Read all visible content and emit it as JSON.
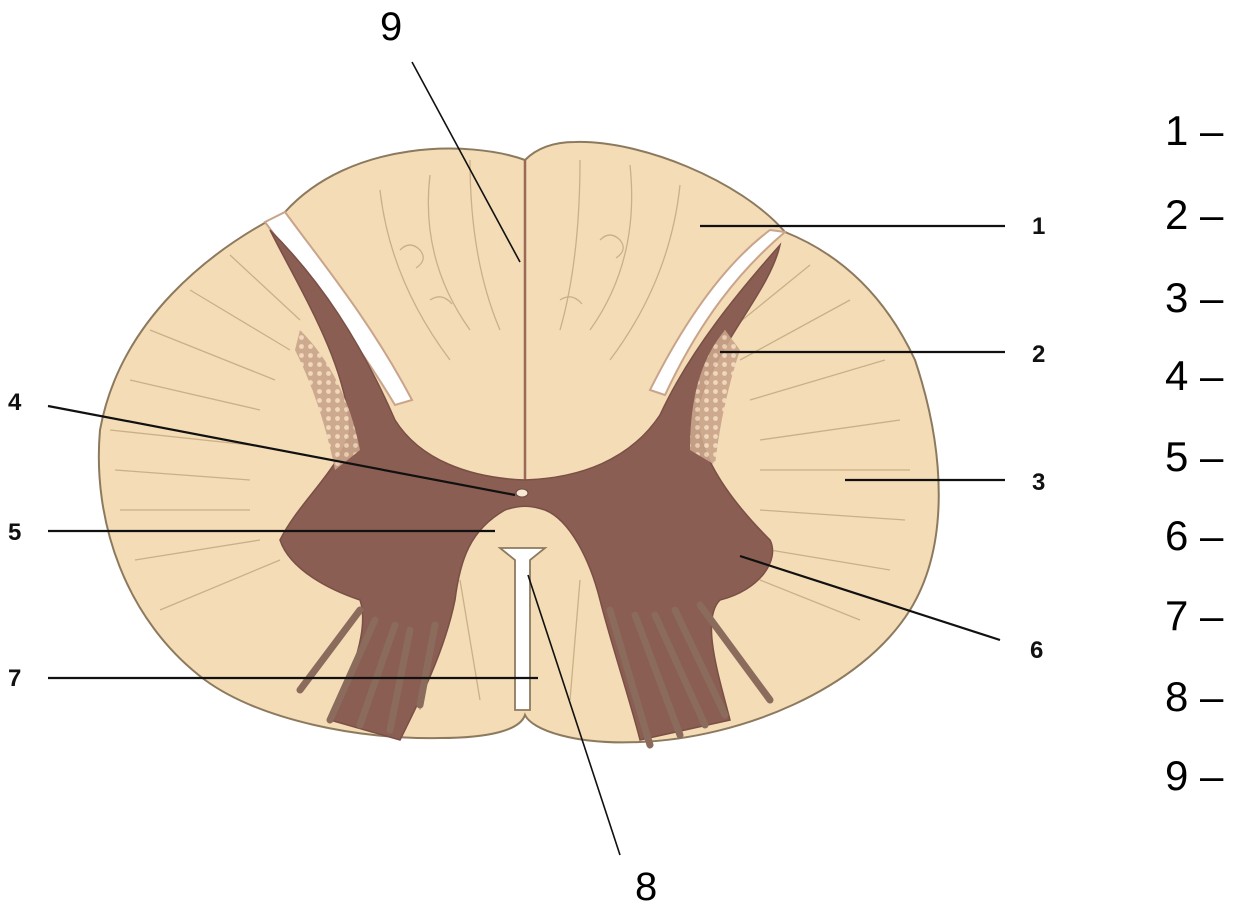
{
  "diagram": {
    "callouts": {
      "c1": "1",
      "c2": "2",
      "c3": "3",
      "c4": "4",
      "c5": "5",
      "c6": "6",
      "c7": "7",
      "c8": "8",
      "c9": "9"
    },
    "key": [
      {
        "label": "1 –"
      },
      {
        "label": "2 –"
      },
      {
        "label": "3 –"
      },
      {
        "label": "4 –"
      },
      {
        "label": "5 –"
      },
      {
        "label": "6 –"
      },
      {
        "label": "7 –"
      },
      {
        "label": "8 –"
      },
      {
        "label": "9 –"
      }
    ],
    "colors": {
      "white_matter": "#f3dcb6",
      "gray_matter": "#8a5e52",
      "outline": "#8d7a5e",
      "vessel": "#7d6a4c"
    }
  }
}
